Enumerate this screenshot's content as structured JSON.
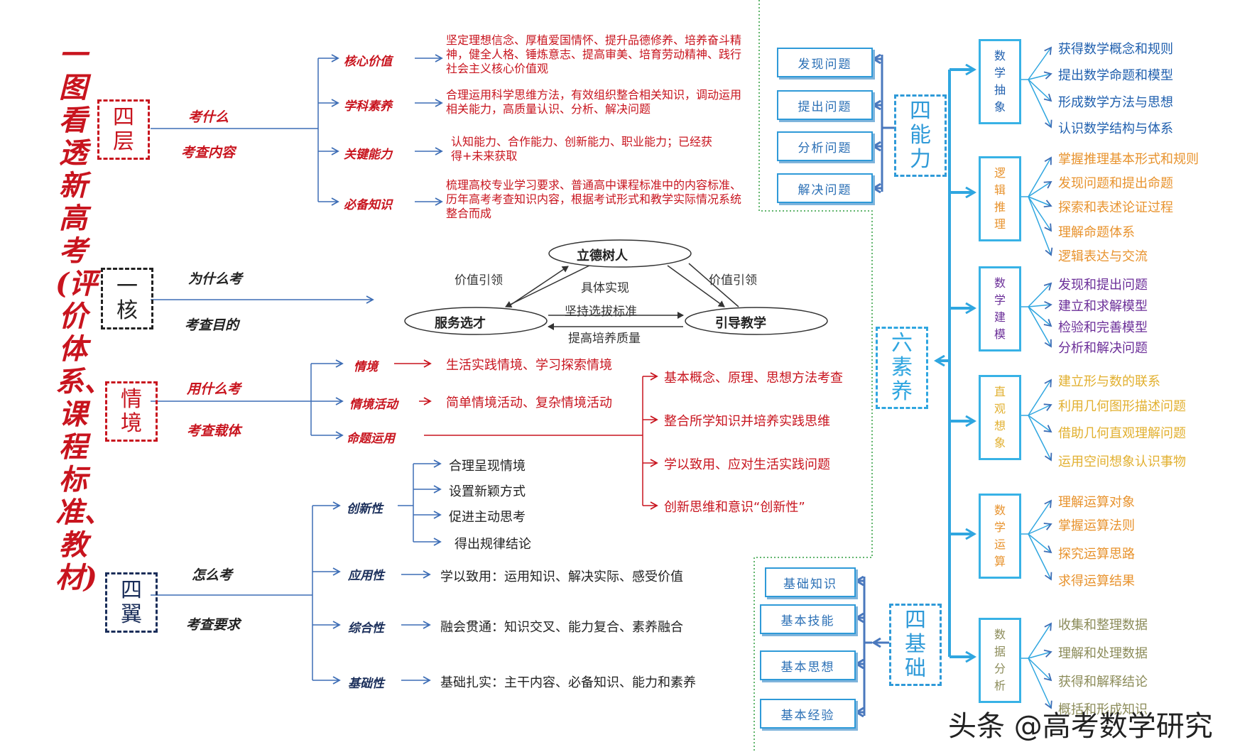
{
  "title": "一图看透新高考(评价体系、课程标准、教材)",
  "watermark": "头条 @高考数学研究",
  "colors": {
    "red": "#c8141e",
    "blue": "#1f5fae",
    "skyblue": "#2f9ad8",
    "orange": "#e8932e",
    "purple": "#6b2e98",
    "gold": "#e2b030",
    "olive": "#8c8c5a"
  },
  "sihceng": {
    "label": "四层",
    "tag1": "考什么",
    "tag2": "考查内容",
    "items": [
      {
        "name": "核心价值",
        "text": "坚定理想信念、厚植爱国情怀、提升品德修养、培养奋斗精神，健全人格、锤炼意志、提高审美、培育劳动精神、践行社会主义核心价值观"
      },
      {
        "name": "学科素养",
        "text": "合理运用科学思维方法，有效组织整合相关知识，调动运用相关能力，高质量认识、分析、解决问题"
      },
      {
        "name": "关键能力",
        "text": "认知能力、合作能力、创新能力、职业能力；已经获得+未来获取"
      },
      {
        "name": "必备知识",
        "text": "梳理高校专业学习要求、普通高中课程标准中的内容标准、历年高考考查知识内容，根据考试形式和教学实际情况系统整合而成"
      }
    ]
  },
  "yihe": {
    "label": "一核",
    "tag1": "为什么考",
    "tag2": "考查目的",
    "triangle": {
      "top": "立德树人",
      "left": "服务选才",
      "right": "引导教学",
      "left_edge": "价值引领",
      "right_edge": "价值引领",
      "inner_top": "具体实现",
      "mid": "坚持选拔标准",
      "bottom": "提高培养质量"
    }
  },
  "qingjing": {
    "label": "情境",
    "tag1": "用什么考",
    "tag2": "考查载体",
    "items": [
      {
        "name": "情境",
        "text": "生活实践情境、学习探索情境"
      },
      {
        "name": "情境活动",
        "text": "简单情境活动、复杂情境活动"
      },
      {
        "name": "命题运用",
        "text": ""
      }
    ],
    "mingti": [
      "基本概念、原理、思想方法考查",
      "整合所学知识并培养实践思维",
      "学以致用、应对生活实践问题",
      "创新思维和意识“创新性”"
    ]
  },
  "siyi": {
    "label": "四翼",
    "tag1": "怎么考",
    "tag2": "考查要求",
    "chuangxin": {
      "name": "创新性",
      "items": [
        "合理呈现情境",
        "设置新颖方式",
        "促进主动思考",
        "得出规律结论"
      ]
    },
    "items": [
      {
        "name": "应用性",
        "text": "学以致用：运用知识、解决实际、感受价值"
      },
      {
        "name": "综合性",
        "text": "融会贯通：知识交叉、能力复合、素养融合"
      },
      {
        "name": "基础性",
        "text": "基础扎实：主干内容、必备知识、能力和素养"
      }
    ]
  },
  "sinengli": {
    "label": "四能力",
    "items": [
      "发现问题",
      "提出问题",
      "分析问题",
      "解决问题"
    ]
  },
  "sijichu": {
    "label": "四基础",
    "items": [
      "基础知识",
      "基本技能",
      "基本思想",
      "基本经验"
    ]
  },
  "liusuyang": {
    "label": "六素养",
    "groups": [
      {
        "name": "数学抽象",
        "color": "#1f5fae",
        "items": [
          "获得数学概念和规则",
          "提出数学命题和模型",
          "形成数学方法与思想",
          "认识数学结构与体系"
        ]
      },
      {
        "name": "逻辑推理",
        "color": "#e8932e",
        "items": [
          "掌握推理基本形式和规则",
          "发现问题和提出命题",
          "探索和表述论证过程",
          "理解命题体系",
          "逻辑表达与交流"
        ]
      },
      {
        "name": "数学建模",
        "color": "#6b2e98",
        "items": [
          "发现和提出问题",
          "建立和求解模型",
          "检验和完善模型",
          "分析和解决问题"
        ]
      },
      {
        "name": "直观想象",
        "color": "#e2b030",
        "items": [
          "建立形与数的联系",
          "利用几何图形描述问题",
          "借助几何直观理解问题",
          "运用空间想象认识事物"
        ]
      },
      {
        "name": "数学运算",
        "color": "#e8932e",
        "items": [
          "理解运算对象",
          "掌握运算法则",
          "探究运算思路",
          "求得运算结果"
        ]
      },
      {
        "name": "数据分析",
        "color": "#8c8c5a",
        "items": [
          "收集和整理数据",
          "理解和处理数据",
          "获得和解释结论",
          "概括和形成知识"
        ]
      }
    ]
  }
}
